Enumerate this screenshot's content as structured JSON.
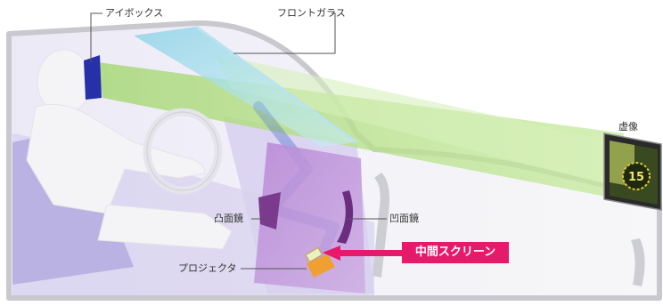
{
  "labels": {
    "eyebox": "アイボックス",
    "windshield": "フロントガラス",
    "virtual_image": "虚像",
    "convex_mirror": "凸面鏡",
    "concave_mirror": "凹面鏡",
    "intermediate_screen": "中間スクリーン",
    "projector": "プロジェクタ"
  },
  "hud_display": {
    "speed": "15"
  },
  "colors": {
    "callout": "#e6196a",
    "light_beam": "#b8e08a",
    "optics_box": "#a877c8",
    "projector": "#f0a030",
    "car_body": "#e2e2e8",
    "interior": "#c9c4e8",
    "driver": "#f2f2f2"
  }
}
